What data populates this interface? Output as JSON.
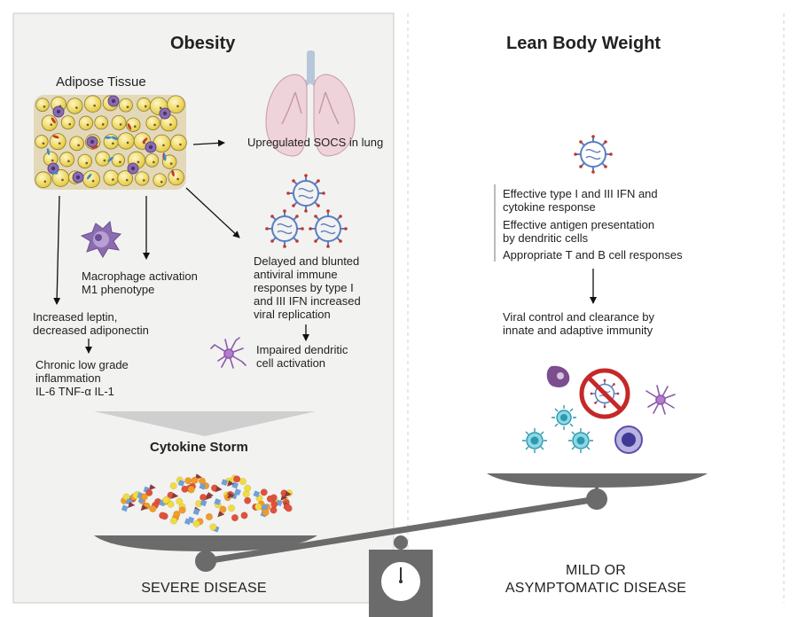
{
  "obesity": {
    "title": "Obesity",
    "adipose_label": "Adipose Tissue",
    "lung_label": "Upregulated SOCS in lung",
    "macrophage_label": "Macrophage activation\nM1 phenotype",
    "leptin_label": "Increased leptin,\ndecreased adiponectin",
    "inflammation_label": "Chronic low grade\ninflammation\nIL-6 TNF-α IL-1",
    "antiviral_label": "Delayed and blunted\nantiviral immune\nresponses by type I\nand III  IFN increased\nviral replication",
    "dendritic_label": "Impaired dendritic\ncell activation",
    "storm_label": "Cytokine Storm",
    "outcome": "SEVERE DISEASE"
  },
  "lean": {
    "title": "Lean Body Weight",
    "responses": [
      "Effective type I and III IFN and\ncytokine response",
      "Effective antigen presentation\nby dendritic cells",
      "Appropriate T and B cell responses"
    ],
    "control_label": "Viral control and clearance by\ninnate and adaptive immunity",
    "outcome": "MILD OR\nASYMPTOMATIC DISEASE"
  },
  "colors": {
    "panel_bg": "#f2f2f1",
    "panel_border": "#c8c8c8",
    "scale_gray": "#6b6b6b",
    "adipocyte": "#f2de5a",
    "macrophage": "#8c6cb0",
    "virus": "#5c7fc0",
    "no_sign": "#c62828",
    "t_cell": "#2a9ab0"
  },
  "icons": [
    "adipose-tissue-image",
    "lung-icon",
    "macrophage-icon",
    "virus-icon",
    "dendritic-cell-icon",
    "cytokine-particles",
    "no-virus-sign-icon",
    "t-cell-icon",
    "b-cell-icon",
    "scale-icon",
    "dial-icon"
  ]
}
